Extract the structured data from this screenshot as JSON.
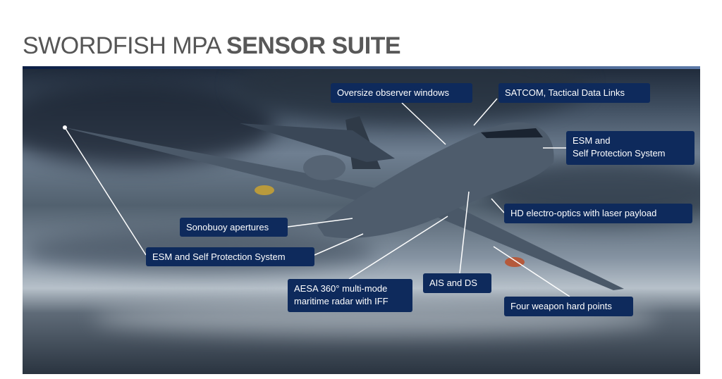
{
  "header": {
    "title_light": "SWORDFISH MPA",
    "title_bold": "SENSOR SUITE"
  },
  "colors": {
    "label_bg": "#0e2a5c",
    "title": "#555555",
    "leader": "#ffffff"
  },
  "callouts": [
    {
      "text": "Oversize observer windows"
    },
    {
      "text": "SATCOM, Tactical Data Links"
    },
    {
      "line1": "ESM and",
      "line2": "Self Protection System"
    },
    {
      "text": "HD electro-optics with laser payload"
    },
    {
      "text": "Sonobuoy apertures"
    },
    {
      "text": "ESM and Self Protection System"
    },
    {
      "line1": "AESA 360° multi-mode",
      "line2": "maritime radar with IFF"
    },
    {
      "text": "AIS and DS"
    },
    {
      "text": "Four weapon hard points"
    }
  ]
}
